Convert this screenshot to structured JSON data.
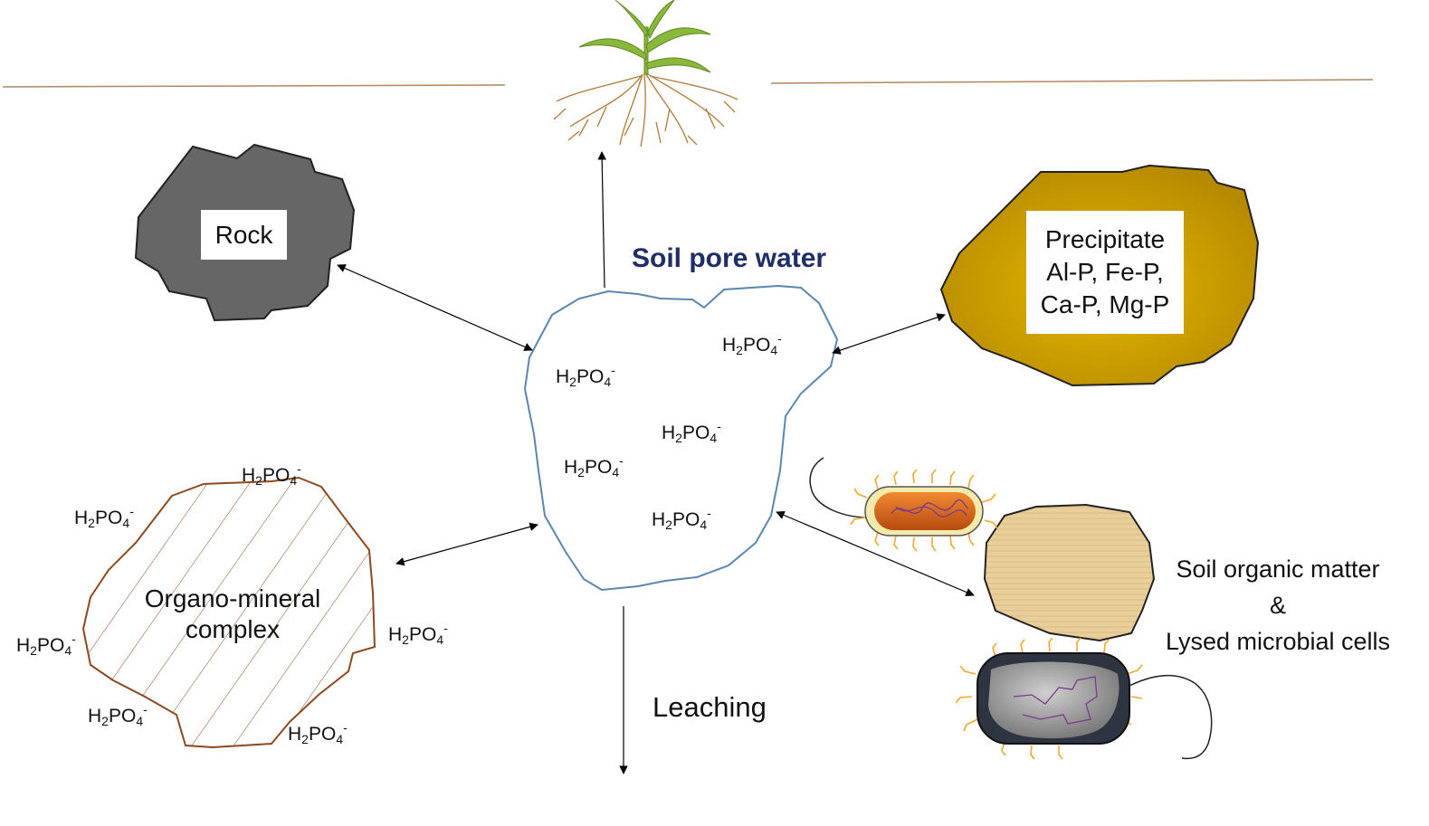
{
  "labels": {
    "rock": "Rock",
    "precipitate": [
      "Precipitate",
      "Al-P, Fe-P,",
      "Ca-P, Mg-P"
    ],
    "soil_pore_water": "Soil pore water",
    "organo_mineral": [
      "Organo-mineral",
      "complex"
    ],
    "leaching": "Leaching",
    "organic_matter": [
      "Soil organic matter",
      "&",
      "Lysed microbial cells"
    ]
  },
  "ion": {
    "base": "H",
    "sub1": "2",
    "mid": "PO",
    "sub2": "4",
    "charge": "-"
  },
  "colors": {
    "rock": "#666666",
    "precipitate": "#c9a000",
    "pore_outline": "#5a86b0",
    "pore_title": "#1f2f66",
    "organo_outline": "#8b4a1f",
    "ground_line": "#b08860",
    "organic_matter": "#e8cf9a"
  }
}
